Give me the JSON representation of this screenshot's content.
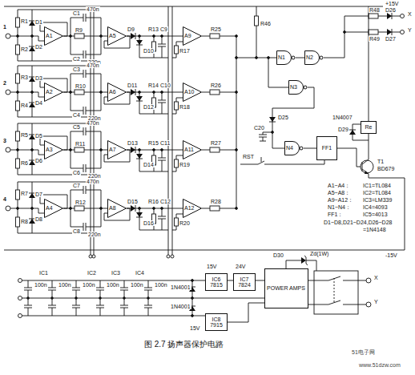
{
  "diagram": {
    "caption": "图 2.7  扬声器保护电路",
    "nodes": [
      {
        "text": [
          "A1"
        ]
      },
      {
        "text": [
          "A5"
        ]
      },
      {
        "text": [
          "A9"
        ]
      },
      {
        "text": [
          "A2"
        ]
      },
      {
        "text": [
          "A6"
        ]
      },
      {
        "text": [
          "A10"
        ]
      },
      {
        "text": [
          "A3"
        ]
      },
      {
        "text": [
          "A7"
        ]
      },
      {
        "text": [
          "A11"
        ]
      },
      {
        "text": [
          "A4"
        ]
      },
      {
        "text": [
          "A8"
        ]
      },
      {
        "text": [
          "A12"
        ]
      },
      {
        "text": [
          "N1"
        ]
      },
      {
        "text": [
          "N2"
        ]
      },
      {
        "text": [
          "N3"
        ]
      },
      {
        "text": [
          "N4"
        ]
      },
      {
        "text": [
          "FF1"
        ]
      },
      {
        "text": [
          "Re"
        ]
      },
      {
        "text": [
          "IC6",
          "7815"
        ]
      },
      {
        "text": [
          "IC7",
          "7824"
        ]
      },
      {
        "text": [
          "IC8",
          "7915"
        ]
      },
      {
        "text": [
          "POWER AMPS"
        ]
      }
    ],
    "edges": [
      {
        "from": 0,
        "to": 1,
        "arrow": "none"
      },
      {
        "from": 1,
        "to": 2,
        "arrow": "none"
      },
      {
        "from": 3,
        "to": 4,
        "arrow": "none"
      },
      {
        "from": 4,
        "to": 5,
        "arrow": "none"
      },
      {
        "from": 6,
        "to": 7,
        "arrow": "none"
      },
      {
        "from": 7,
        "to": 8,
        "arrow": "none"
      },
      {
        "from": 9,
        "to": 10,
        "arrow": "none"
      },
      {
        "from": 10,
        "to": 11,
        "arrow": "none"
      },
      {
        "from": 12,
        "to": 13,
        "arrow": "none"
      },
      {
        "from": 15,
        "to": 16,
        "arrow": "none"
      }
    ],
    "labels": [
      "1",
      "R1",
      "R2",
      "D1",
      "D2",
      "R9",
      "C1",
      "470n",
      "C2",
      "220n",
      "D9",
      "D10",
      "R13",
      "C9",
      "R17",
      "R25",
      "2",
      "R3",
      "R4",
      "D3",
      "D4",
      "R10",
      "C3",
      "470n",
      "C4",
      "220n",
      "D11",
      "D12",
      "R14",
      "C10",
      "R18",
      "R26",
      "3",
      "R5",
      "R6",
      "D5",
      "D6",
      "R11",
      "C5",
      "470n",
      "C6",
      "220n",
      "D13",
      "D14",
      "R15",
      "C11",
      "R19",
      "R27",
      "4",
      "R7",
      "R8",
      "D7",
      "D8",
      "R12",
      "C7",
      "470n",
      "C8",
      "220n",
      "D15",
      "D16",
      "R16",
      "C12",
      "R20",
      "R28",
      "+15V",
      "-15V",
      "X",
      "Y",
      "R46",
      "R48",
      "D26",
      "R49",
      "D27",
      "D25",
      "C20",
      "RST",
      "D29",
      "1N4007",
      "T1",
      "BD679",
      "A1~A4：",
      "A5~A8：",
      "A9~A12：",
      "N1~N4：",
      "FF1：",
      "IC1=TL084",
      "IC2=TL084",
      "IC3=LM339",
      "IC4=4093",
      "IC5=4013",
      "D1~D8,D21~D24,D26~D28",
      "=1N4148",
      "IC1",
      "IC2",
      "IC3",
      "IC4",
      "100n",
      "100n",
      "100n",
      "100n",
      "100n",
      "100n",
      "15V",
      "24V",
      "15V",
      "1N4001",
      "1N4001",
      "D30",
      "Zd(1W)",
      "X",
      "Y",
      "51电子网",
      "www.51dzw.com"
    ]
  }
}
